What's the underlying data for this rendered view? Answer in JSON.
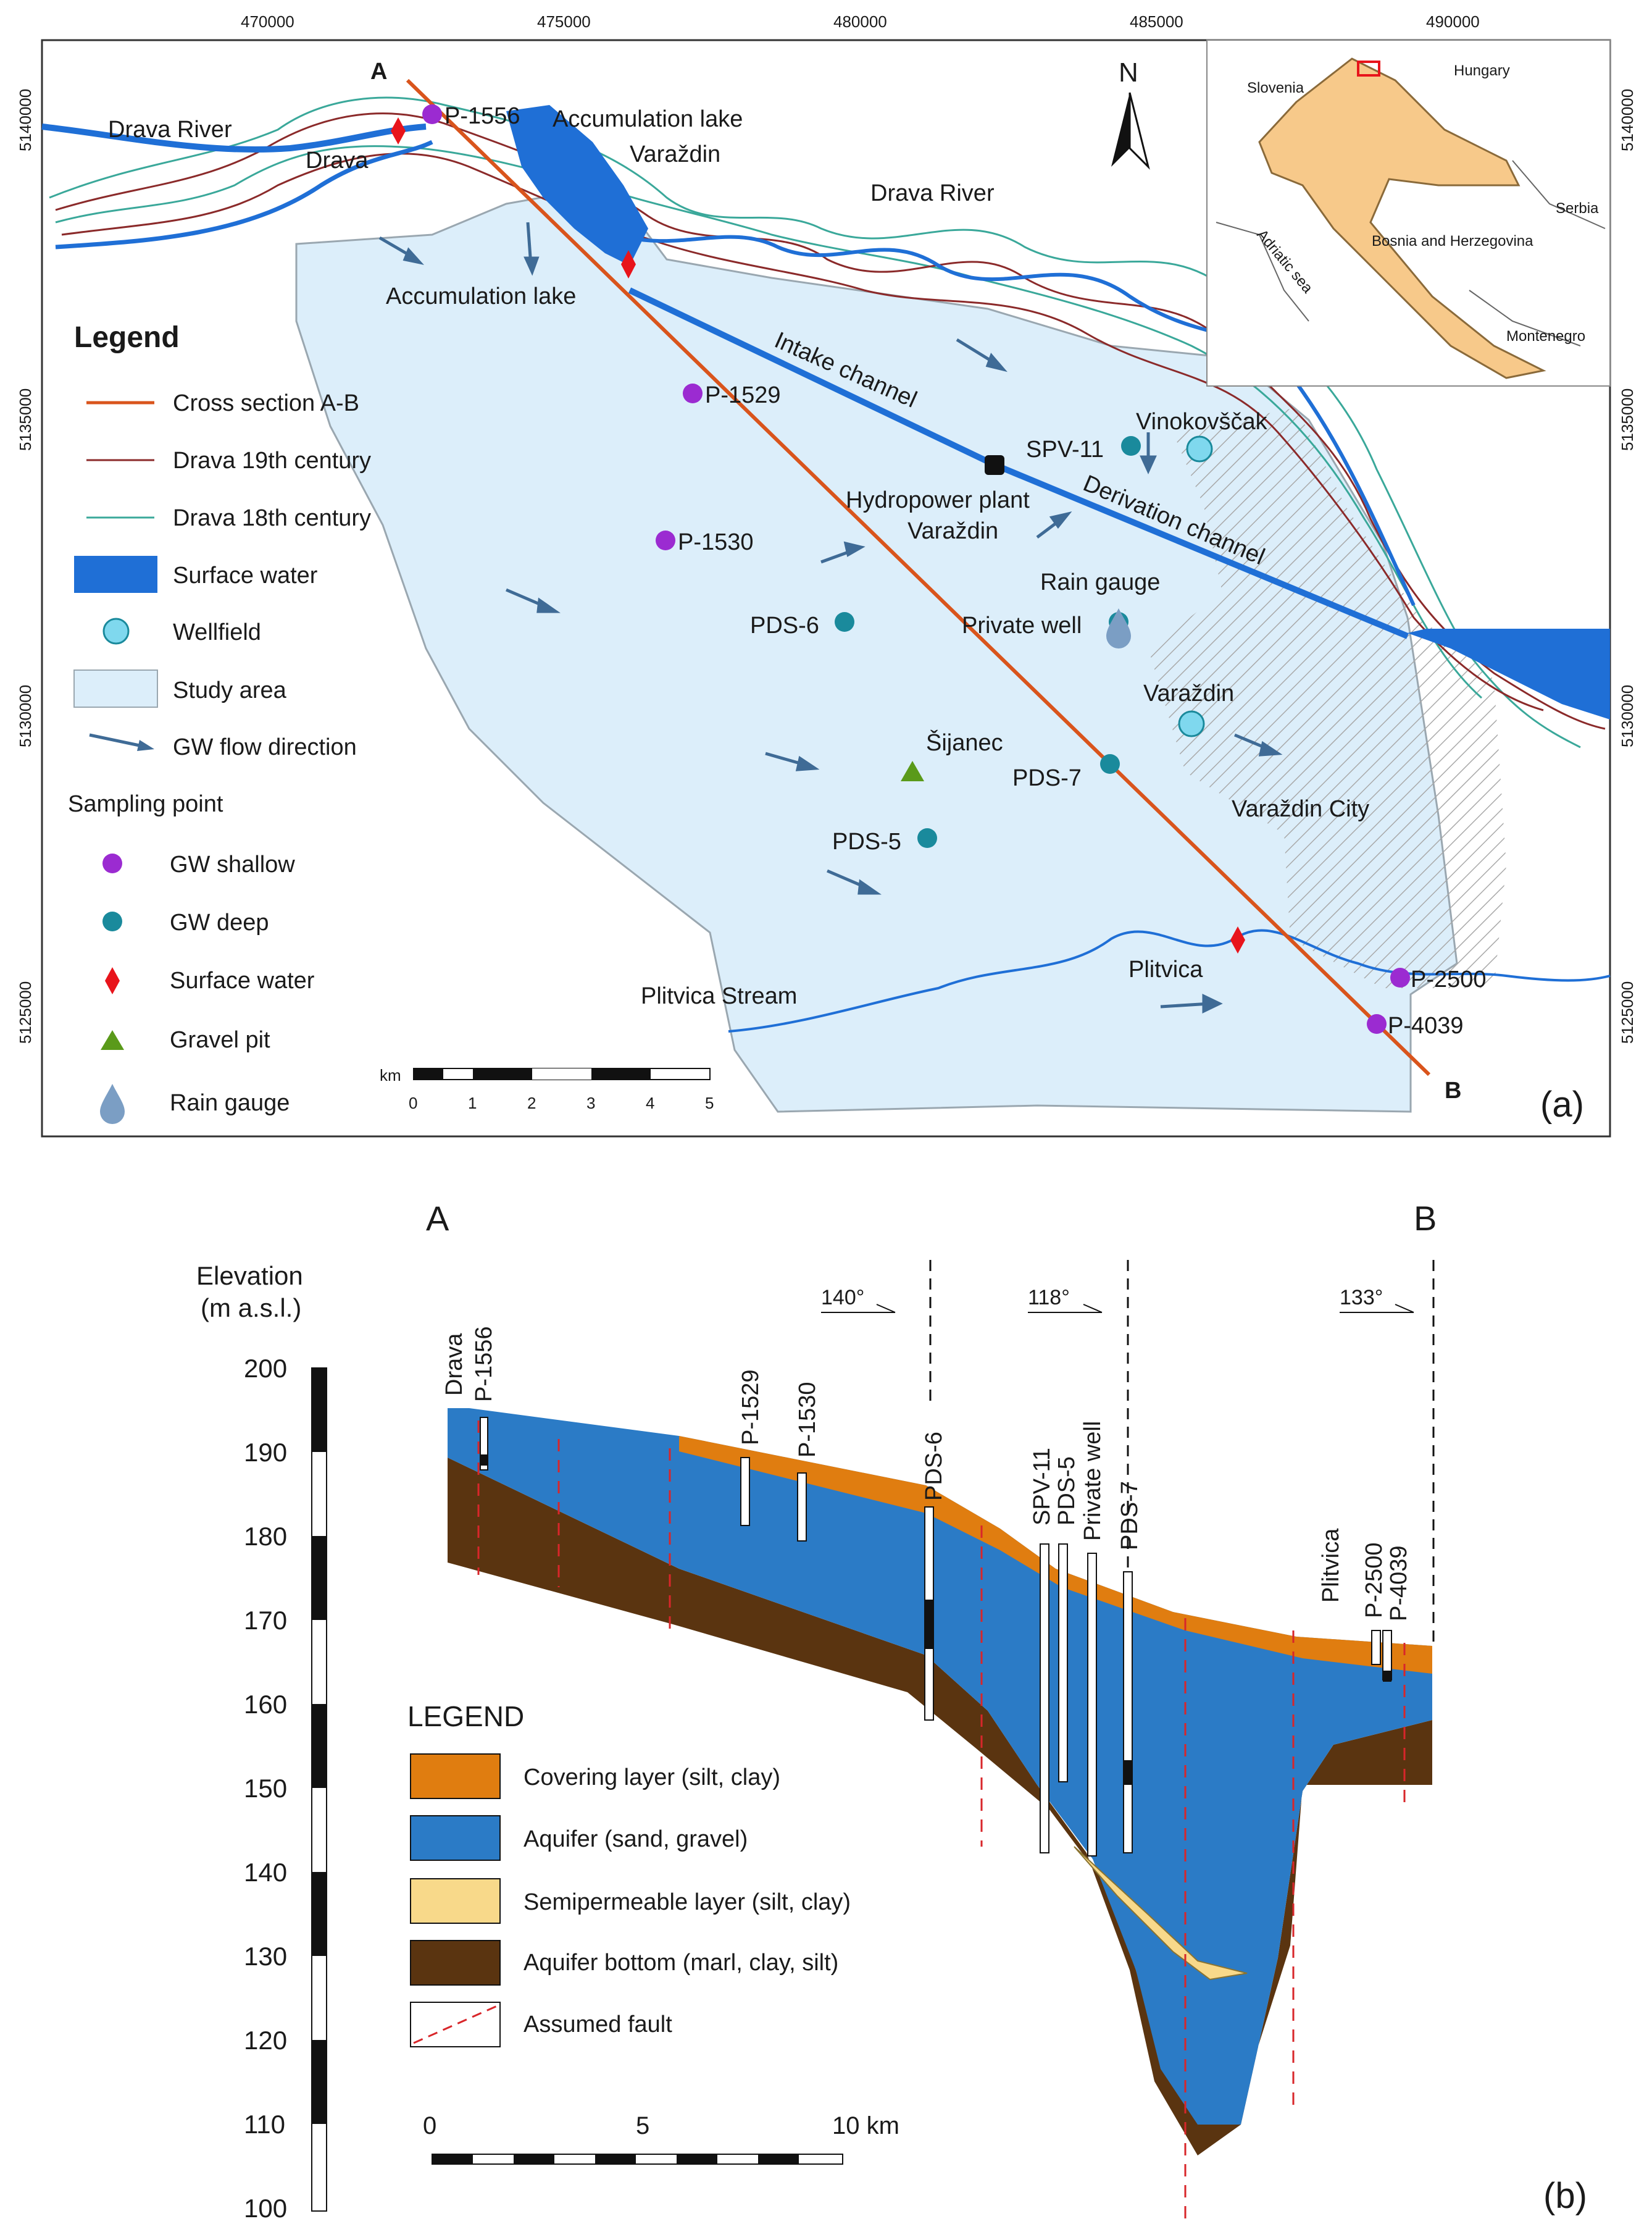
{
  "map": {
    "panel_tag": "(a)",
    "x_ticks": [
      "470000",
      "475000",
      "480000",
      "485000",
      "490000"
    ],
    "y_ticks": [
      "5140000",
      "5135000",
      "5130000",
      "5125000"
    ],
    "north": "N",
    "section_start": "A",
    "section_end": "B",
    "labels": {
      "drava_river_w": "Drava River",
      "drava_river_n": "Drava River",
      "drava": "Drava",
      "acc_lake_1": "Accumulation lake",
      "acc_lake_2": "Varaždin",
      "acc_lake_short": "Accumulation lake",
      "intake": "Intake channel",
      "derivation": "Derivation channel",
      "hpp_1": "Hydropower plant",
      "hpp_2": "Varaždin",
      "rain_gauge": "Rain gauge",
      "private_well": "Private well",
      "vinokovscak": "Vinokovščak",
      "varazdin": "Varaždin",
      "varazdin_city": "Varaždin City",
      "sijanec": "Šijanec",
      "plitvica_stream": "Plitvica Stream",
      "plitvica": "Plitvica"
    },
    "points": {
      "p1556": "P-1556",
      "p1529": "P-1529",
      "p1530": "P-1530",
      "pds6": "PDS-6",
      "pds7": "PDS-7",
      "pds5": "PDS-5",
      "spv11": "SPV-11",
      "p2500": "P-2500",
      "p4039": "P-4039"
    },
    "legend": {
      "title": "Legend",
      "items": [
        "Cross section A-B",
        "Drava 19th century",
        "Drava 18th century",
        "Surface water",
        "Wellfield",
        "Study area",
        "GW flow direction"
      ],
      "sampling_title": "Sampling point",
      "sampling_items": [
        "GW shallow",
        "GW deep",
        "Surface water",
        "Gravel pit",
        "Rain gauge"
      ]
    },
    "scalebar": {
      "unit": "km",
      "ticks": [
        "0",
        "1",
        "2",
        "3",
        "4",
        "5"
      ]
    },
    "inset": {
      "countries": [
        "Slovenia",
        "Hungary",
        "Serbia",
        "Bosnia and Herzegovina",
        "Montenegro"
      ],
      "sea": "Adriatic sea"
    },
    "colors": {
      "study_area": "#dceefa",
      "surface_water": "#1f6fd6",
      "cross_section": "#d9541c",
      "drava_19": "#8b2a2a",
      "drava_18": "#3aa89a",
      "gw_shallow": "#9b2bd1",
      "gw_deep": "#1a8a9c",
      "surface_point": "#e8141b",
      "gravel_pit": "#5a9a1a",
      "croatia": "#f7c98a"
    }
  },
  "section": {
    "panel_tag": "(b)",
    "end_a": "A",
    "end_b": "B",
    "elev_label_1": "Elevation",
    "elev_label_2": "(m a.s.l.)",
    "elev_ticks": [
      "200",
      "190",
      "180",
      "170",
      "160",
      "150",
      "140",
      "130",
      "120",
      "110",
      "100"
    ],
    "bearings": [
      "140°",
      "118°",
      "133°"
    ],
    "well_labels": [
      "Drava",
      "P-1556",
      "P-1529",
      "P-1530",
      "PDS-6",
      "SPV-11",
      "PDS-5",
      "Private well",
      "PDS-7",
      "Plitvica",
      "P-2500",
      "P-4039"
    ],
    "legend_title": "LEGEND",
    "legend_items": [
      "Covering layer (silt, clay)",
      "Aquifer (sand, gravel)",
      "Semipermeable layer (silt, clay)",
      "Aquifer bottom (marl, clay, silt)",
      "Assumed fault"
    ],
    "scale_ticks": [
      "0",
      "5",
      "10 km"
    ],
    "colors": {
      "cover": "#e07d10",
      "aquifer": "#2b7bc6",
      "semiperm": "#f8d98a",
      "bottom": "#5a3410",
      "fault": "#d8262a"
    }
  }
}
